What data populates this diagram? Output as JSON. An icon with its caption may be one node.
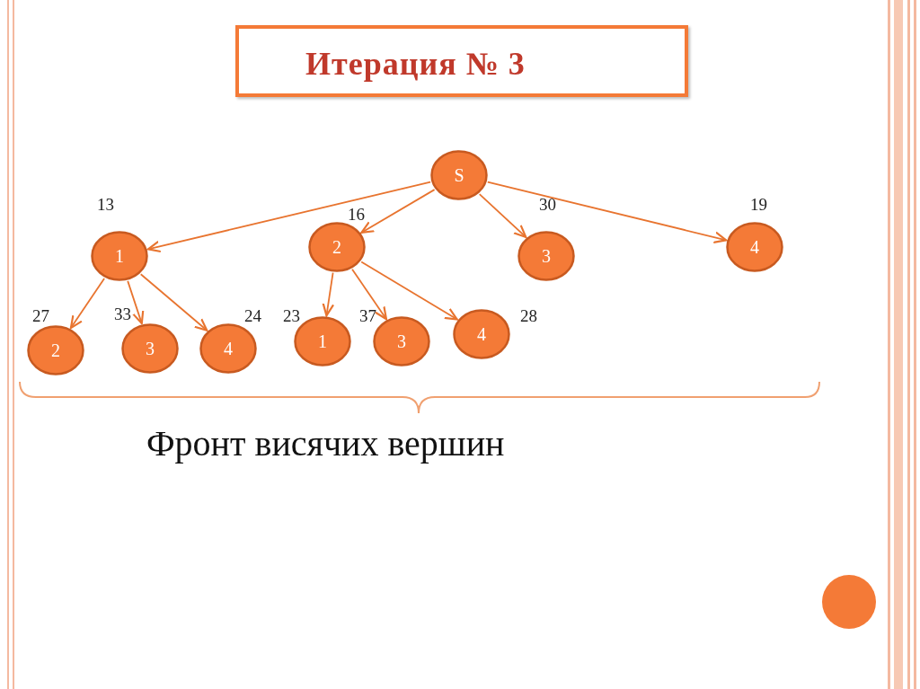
{
  "diagram": {
    "title": "Итерация № 3",
    "nodes": [
      {
        "text": [
          "S"
        ]
      },
      {
        "text": [
          "1"
        ],
        "beside": [
          "13"
        ]
      },
      {
        "text": [
          "2"
        ],
        "beside": [
          "16"
        ]
      },
      {
        "text": [
          "3"
        ],
        "beside": [
          "30"
        ]
      },
      {
        "text": [
          "4"
        ],
        "beside": [
          "19"
        ]
      },
      {
        "text": [
          "2"
        ],
        "beside": [
          "27"
        ]
      },
      {
        "text": [
          "3"
        ],
        "beside": [
          "33"
        ]
      },
      {
        "text": [
          "4"
        ],
        "beside": [
          "24"
        ]
      },
      {
        "text": [
          "1"
        ],
        "beside": [
          "23"
        ]
      },
      {
        "text": [
          "3"
        ],
        "beside": [
          "37"
        ]
      },
      {
        "text": [
          "4"
        ],
        "beside": [
          "28"
        ]
      }
    ],
    "edges": [
      {
        "from": 0,
        "to": 1,
        "arrow": "to"
      },
      {
        "from": 0,
        "to": 2,
        "arrow": "to"
      },
      {
        "from": 0,
        "to": 3,
        "arrow": "to"
      },
      {
        "from": 0,
        "to": 4,
        "arrow": "to"
      },
      {
        "from": 1,
        "to": 5,
        "arrow": "to"
      },
      {
        "from": 1,
        "to": 6,
        "arrow": "to"
      },
      {
        "from": 1,
        "to": 7,
        "arrow": "to"
      },
      {
        "from": 2,
        "to": 8,
        "arrow": "to"
      },
      {
        "from": 2,
        "to": 9,
        "arrow": "to"
      },
      {
        "from": 2,
        "to": 10,
        "arrow": "to"
      }
    ],
    "labels": [
      "Фронт висячих вершин"
    ]
  }
}
